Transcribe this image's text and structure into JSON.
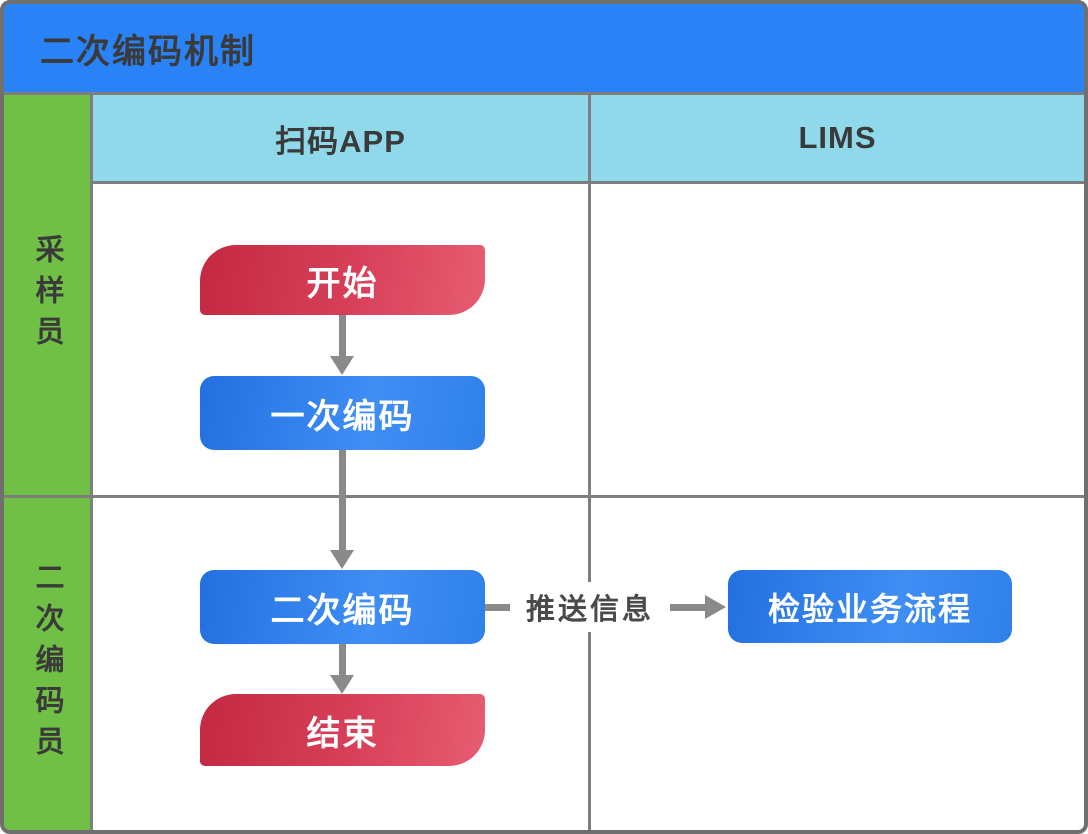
{
  "title": "二次编码机制",
  "swimlane": {
    "columns": [
      {
        "id": "app",
        "label": "扫码APP"
      },
      {
        "id": "lims",
        "label": "LIMS"
      }
    ],
    "rows": [
      {
        "id": "sampler",
        "label": "采样员"
      },
      {
        "id": "secondary-coder",
        "label": "二次编码员"
      }
    ]
  },
  "flow": {
    "nodes": [
      {
        "id": "start",
        "label": "开始",
        "type": "terminator",
        "lane": "采样员",
        "column": "扫码APP"
      },
      {
        "id": "primary-coding",
        "label": "一次编码",
        "type": "process",
        "lane": "采样员",
        "column": "扫码APP"
      },
      {
        "id": "secondary-coding",
        "label": "二次编码",
        "type": "process",
        "lane": "二次编码员",
        "column": "扫码APP"
      },
      {
        "id": "end",
        "label": "结束",
        "type": "terminator",
        "lane": "二次编码员",
        "column": "扫码APP"
      },
      {
        "id": "inspection-process",
        "label": "检验业务流程",
        "type": "process",
        "lane": "二次编码员",
        "column": "LIMS"
      }
    ],
    "edge_label": "推送信息"
  },
  "colors": {
    "title_bar": "#2a82f7",
    "column_header": "#8fd9ea",
    "lane": "#6fc044",
    "terminator_gradient_start": "#c32940",
    "terminator_gradient_end": "#e75d71",
    "process_gradient_start": "#2270e0",
    "process_gradient_end": "#3f8ef5",
    "border": "#7e7e7e",
    "arrow": "#8a8a8a",
    "dark_text": "#3a3a3a",
    "node_text": "#ffffff"
  }
}
